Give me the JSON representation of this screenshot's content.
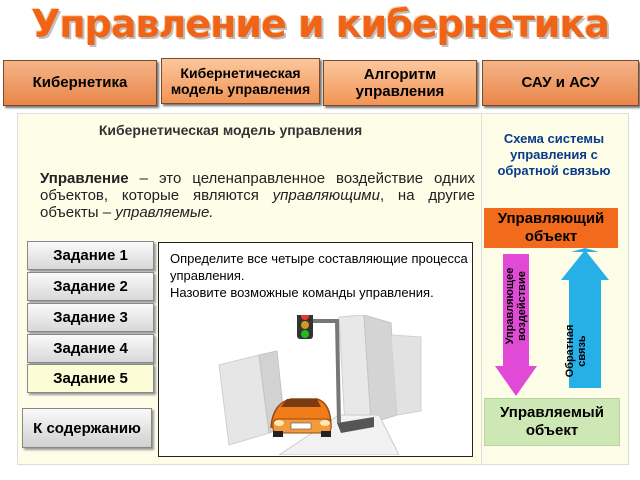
{
  "header": {
    "title": "Управление и кибернетика"
  },
  "nav": {
    "cybernetics": "Кибернетика",
    "model": "Кибернетическая модель управления",
    "algorithm": "Алгоритм управления",
    "sau": "САУ и АСУ"
  },
  "main": {
    "title": "Кибернетическая модель управления",
    "def_term": "Управление",
    "def_part1": " – это целенаправленное воздействие одних объектов, которые являются ",
    "def_italic1": "управляющими",
    "def_part2": ", на другие объекты – ",
    "def_italic2": "управляемые."
  },
  "tasks": [
    "Задание 1",
    "Задание 2",
    "Задание 3",
    "Задание 4",
    "Задание 5"
  ],
  "popup": {
    "line1": "Определите все четыре составляющие процесса управления.",
    "line2": "Назовите возможные команды управления."
  },
  "content_button": "К содержанию",
  "scheme": {
    "title": "Схема системы управления с обратной связью",
    "controller": "Управляющий объект",
    "controlled": "Управляемый объект",
    "action_label": "Управляющее воздействие",
    "feedback_label": "Обратная связь"
  },
  "colors": {
    "title": "#f06418",
    "nav_bg": "#f29456",
    "controller_box": "#f26a1b",
    "controlled_box": "#cde8b5",
    "action_arrow": "#e04ad6",
    "feedback_arrow": "#27b0e8"
  }
}
